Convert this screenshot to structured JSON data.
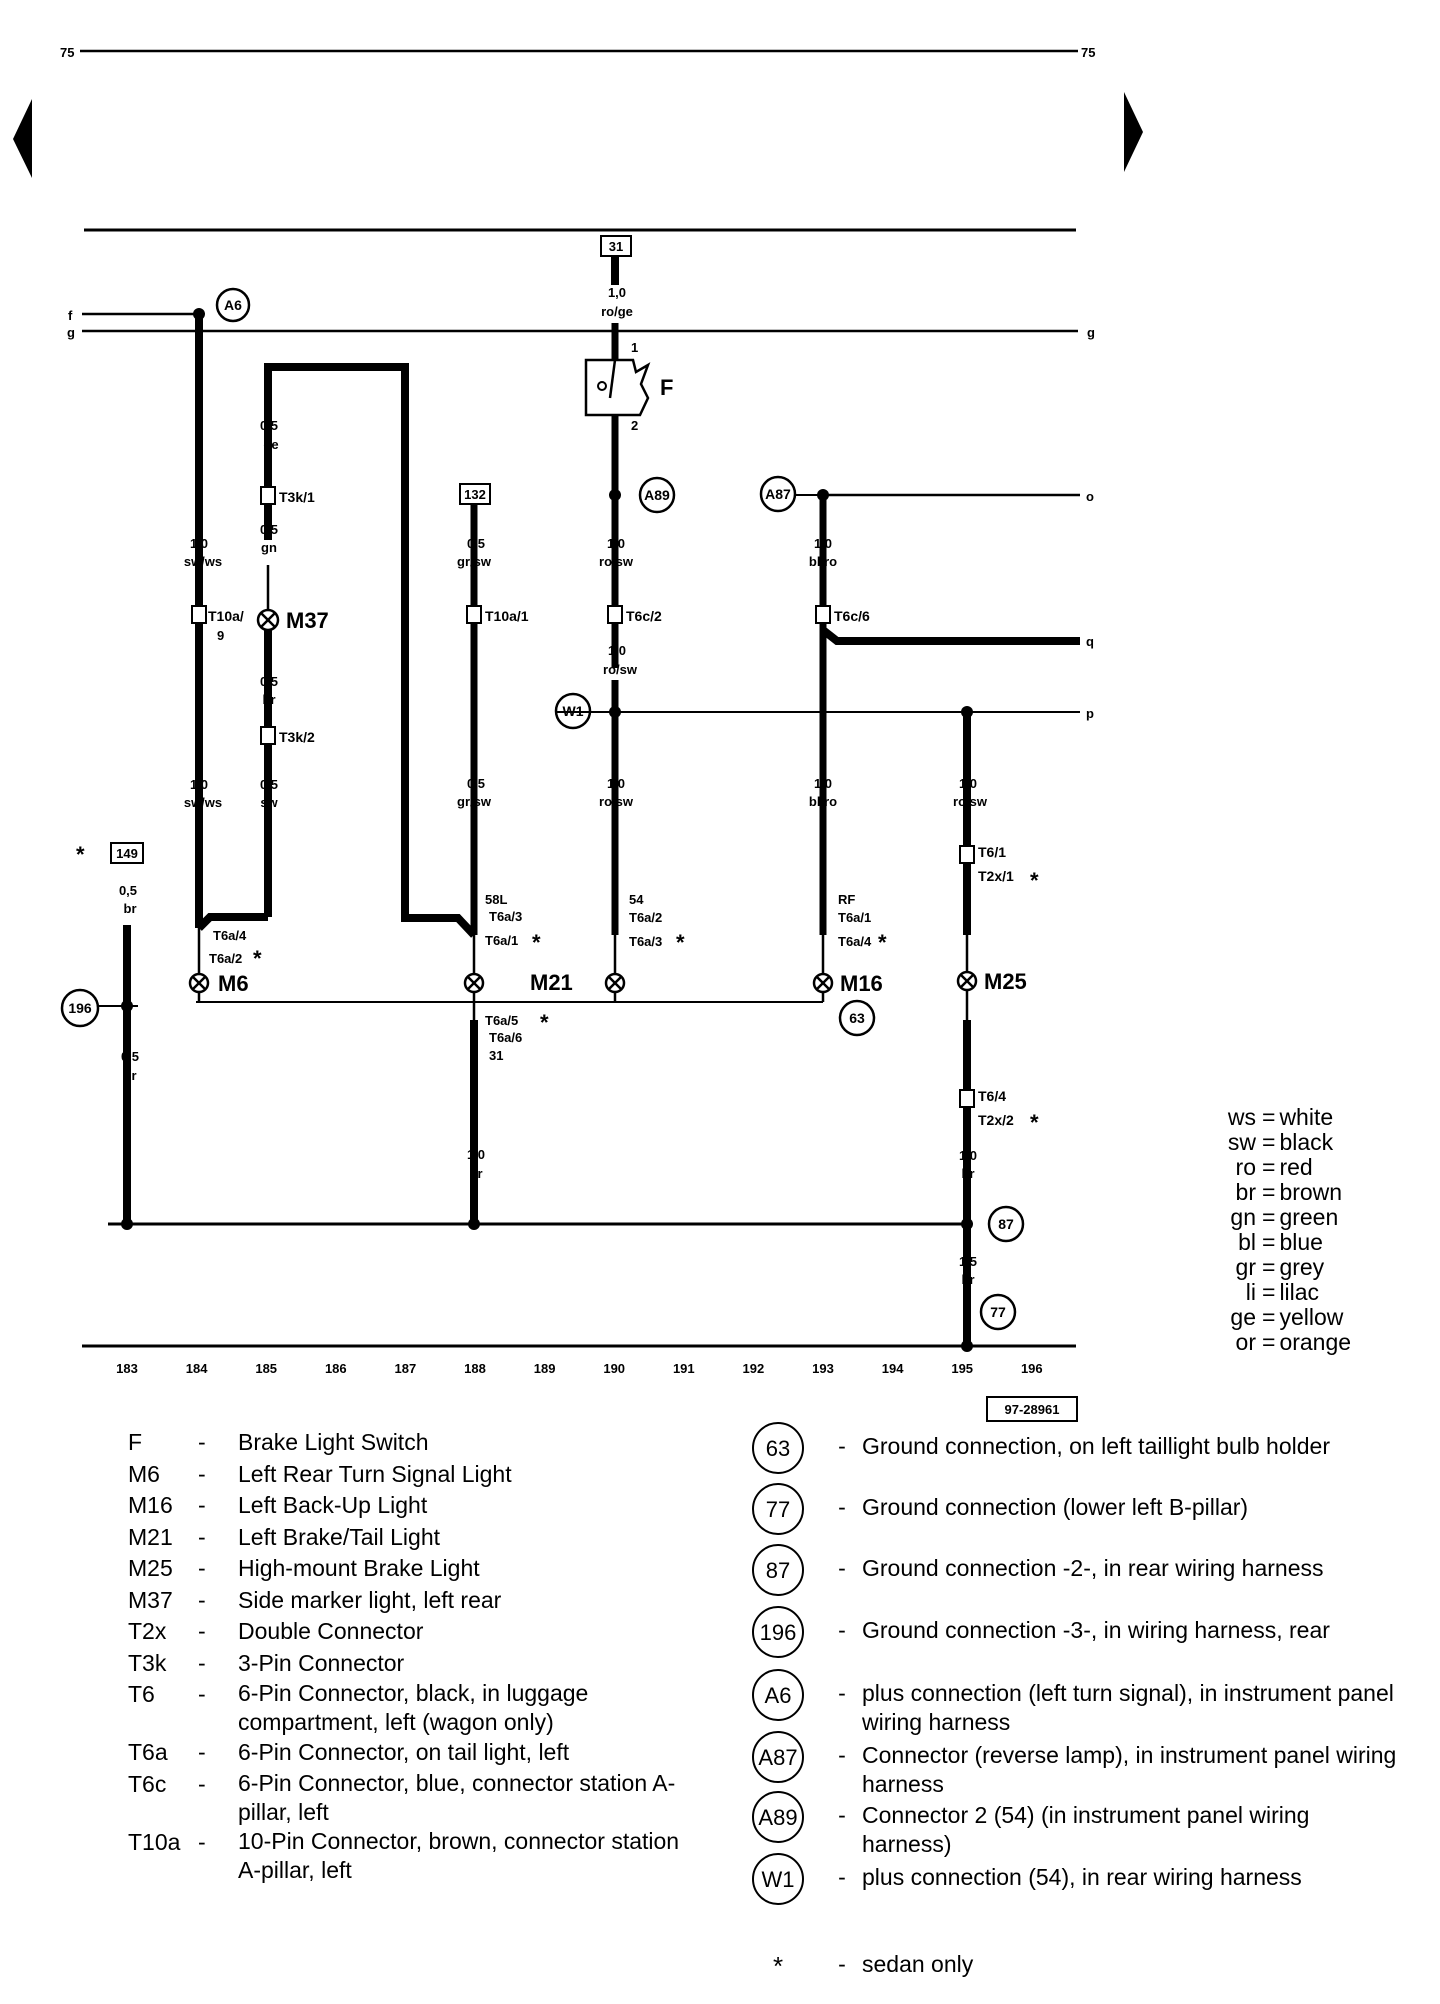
{
  "page_number": "75",
  "figure_id": "97-28961",
  "terminal_labels": {
    "t31": "31",
    "t132": "132",
    "t149": "149"
  },
  "line_labels": {
    "f": "f",
    "g": "g",
    "o": "o",
    "q": "q",
    "p": "p"
  },
  "track_numbers": [
    "183",
    "184",
    "185",
    "186",
    "187",
    "188",
    "189",
    "190",
    "191",
    "192",
    "193",
    "194",
    "195",
    "196"
  ],
  "wires": {
    "w184a": {
      "size": "1,0",
      "color": "sw/ws"
    },
    "w184b": {
      "size": "1,0",
      "color": "sw/ws"
    },
    "w185a": {
      "size": "0,5",
      "color": "ge"
    },
    "w185b": {
      "size": "0,5",
      "color": "gn"
    },
    "w185c": {
      "size": "0,5",
      "color": "br"
    },
    "w185d": {
      "size": "0,5",
      "color": "sw"
    },
    "w188a": {
      "size": "0,5",
      "color": "gr/sw"
    },
    "w188b": {
      "size": "0,5",
      "color": "gr/sw"
    },
    "w188c": {
      "size": "1,0",
      "color": "br"
    },
    "w190a": {
      "size": "1,0",
      "color": "ro/ge"
    },
    "w190b": {
      "size": "1,0",
      "color": "ro/sw"
    },
    "w190c": {
      "size": "1,0",
      "color": "ro/sw"
    },
    "w190d": {
      "size": "1,0",
      "color": "ro/sw"
    },
    "w193a": {
      "size": "1,0",
      "color": "bl/ro"
    },
    "w193b": {
      "size": "1,0",
      "color": "bl/ro"
    },
    "w195a": {
      "size": "1,0",
      "color": "ro/sw"
    },
    "w195b": {
      "size": "1,0",
      "color": "br"
    },
    "w195c": {
      "size": "1,5",
      "color": "br"
    },
    "w183a": {
      "size": "0,5",
      "color": "br"
    },
    "w183b": {
      "size": "0,5",
      "color": "br"
    }
  },
  "connector_labels": {
    "t3k1": "T3k/1",
    "t3k2": "T3k/2",
    "t10a9a": "T10a/",
    "t10a9b": "9",
    "t10a1": "T10a/1",
    "t6c2": "T6c/2",
    "t6c6": "T6c/6",
    "t61": "T6/1",
    "t2x1": "T2x/1",
    "t64": "T6/4",
    "t2x2": "T2x/2",
    "m6_t6a4": "T6a/4",
    "m6_t6a2": "T6a/2",
    "m21_58l": "58L",
    "m21_t6a3": "T6a/3",
    "m21_t6a1": "T6a/1",
    "m21_t6a5": "T6a/5",
    "m21_t6a6": "T6a/6",
    "m21_31": "31",
    "s54": "54",
    "s54_t6a2": "T6a/2",
    "s54_t6a3": "T6a/3",
    "rf": "RF",
    "rf_t6a1": "T6a/1",
    "rf_t6a4": "T6a/4",
    "pin1": "1",
    "pin2": "2",
    "asterisk": "*"
  },
  "components": {
    "F": "F",
    "M6": "M6",
    "M16": "M16",
    "M21": "M21",
    "M25": "M25",
    "M37": "M37",
    "A6": "A6",
    "A87": "A87",
    "A89": "A89",
    "W1": "W1",
    "g63": "63",
    "g77": "77",
    "g87": "87",
    "g196": "196"
  },
  "color_legend": [
    {
      "code": "ws",
      "name": "white"
    },
    {
      "code": "sw",
      "name": "black"
    },
    {
      "code": "ro",
      "name": "red"
    },
    {
      "code": "br",
      "name": "brown"
    },
    {
      "code": "gn",
      "name": "green"
    },
    {
      "code": "bl",
      "name": "blue"
    },
    {
      "code": "gr",
      "name": "grey"
    },
    {
      "code": "li",
      "name": "lilac"
    },
    {
      "code": "ge",
      "name": "yellow"
    },
    {
      "code": "or",
      "name": "orange"
    }
  ],
  "component_key": [
    {
      "code": "F",
      "desc": "Brake Light Switch"
    },
    {
      "code": "M6",
      "desc": "Left Rear Turn Signal Light"
    },
    {
      "code": "M16",
      "desc": "Left Back-Up Light"
    },
    {
      "code": "M21",
      "desc": "Left Brake/Tail Light"
    },
    {
      "code": "M25",
      "desc": "High-mount Brake Light"
    },
    {
      "code": "M37",
      "desc": "Side marker light, left rear"
    },
    {
      "code": "T2x",
      "desc": "Double Connector"
    },
    {
      "code": "T3k",
      "desc": "3-Pin Connector"
    },
    {
      "code": "T6",
      "desc": "6-Pin Connector, black, in luggage compartment, left (wagon only)"
    },
    {
      "code": "T6a",
      "desc": "6-Pin Connector, on tail light, left"
    },
    {
      "code": "T6c",
      "desc": "6-Pin Connector, blue, connector station A-pillar, left"
    },
    {
      "code": "T10a",
      "desc": "10-Pin Connector, brown, connector station A-pillar, left"
    }
  ],
  "ground_key": [
    {
      "code": "63",
      "desc": "Ground connection, on left taillight bulb holder"
    },
    {
      "code": "77",
      "desc": "Ground connection (lower left B-pillar)"
    },
    {
      "code": "87",
      "desc": "Ground connection -2-, in rear wiring harness"
    },
    {
      "code": "196",
      "desc": "Ground connection -3-, in wiring harness, rear"
    },
    {
      "code": "A6",
      "desc": "plus connection (left turn signal), in instrument panel wiring harness"
    },
    {
      "code": "A87",
      "desc": "Connector (reverse lamp), in instrument panel wiring harness"
    },
    {
      "code": "A89",
      "desc": "Connector 2 (54) (in instrument panel wiring harness)"
    },
    {
      "code": "W1",
      "desc": "plus connection (54), in rear wiring harness"
    },
    {
      "code": "*",
      "desc": "sedan only"
    }
  ]
}
